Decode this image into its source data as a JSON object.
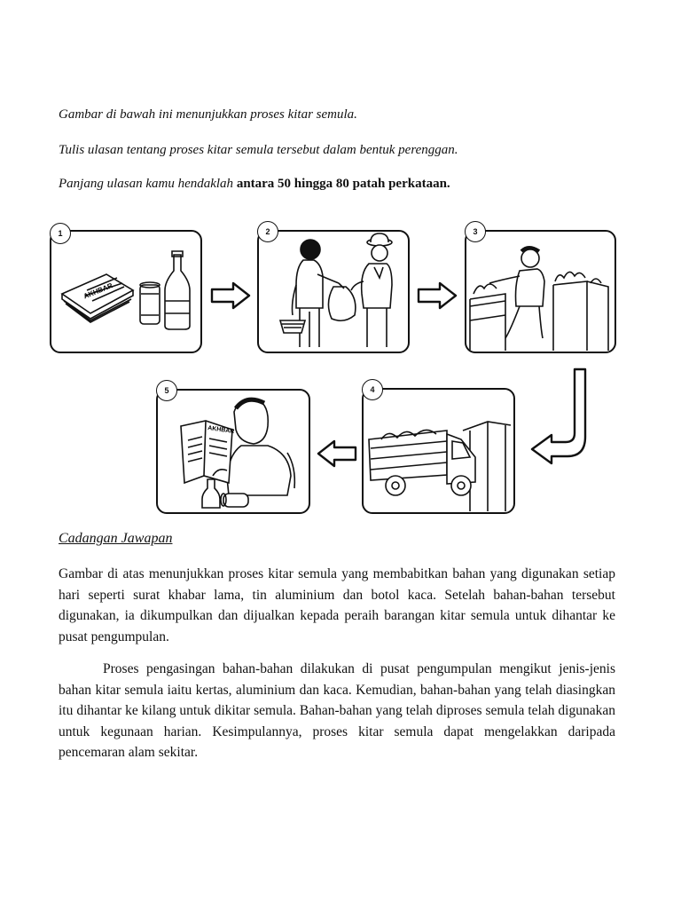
{
  "instructions": {
    "line1": "Gambar di bawah ini menunjukkan proses kitar semula.",
    "line2": "Tulis ulasan tentang proses kitar semula tersebut dalam bentuk perenggan.",
    "line3_prefix": "Panjang ulasan kamu hendaklah ",
    "line3_bold": "antara 50 hingga 80 patah perkataan."
  },
  "panels": [
    {
      "number": "1",
      "illustration": "newspaper-can-bottle",
      "sign_text": "AKHBAR"
    },
    {
      "number": "2",
      "illustration": "selling-to-collector"
    },
    {
      "number": "3",
      "illustration": "sorting-at-collection-centre"
    },
    {
      "number": "4",
      "illustration": "lorry-to-factory"
    },
    {
      "number": "5",
      "illustration": "man-reading-newspaper",
      "sign_text": "AKHBAR"
    }
  ],
  "answer": {
    "heading": "Cadangan Jawapan",
    "paragraph1": "Gambar di atas menunjukkan proses kitar semula yang membabitkan bahan yang digunakan setiap hari seperti surat khabar lama, tin aluminium dan botol kaca. Setelah bahan-bahan tersebut digunakan, ia dikumpulkan dan dijualkan kepada peraih barangan kitar semula untuk dihantar ke pusat pengumpulan.",
    "paragraph2": "Proses pengasingan bahan-bahan dilakukan di pusat pengumpulan mengikut jenis-jenis bahan kitar semula iaitu kertas, aluminium dan kaca. Kemudian, bahan-bahan yang telah diasingkan itu dihantar ke kilang untuk dikitar semula. Bahan-bahan yang telah diproses semula telah digunakan untuk kegunaan harian. Kesimpulannya, proses kitar semula dapat mengelakkan daripada pencemaran alam sekitar."
  }
}
